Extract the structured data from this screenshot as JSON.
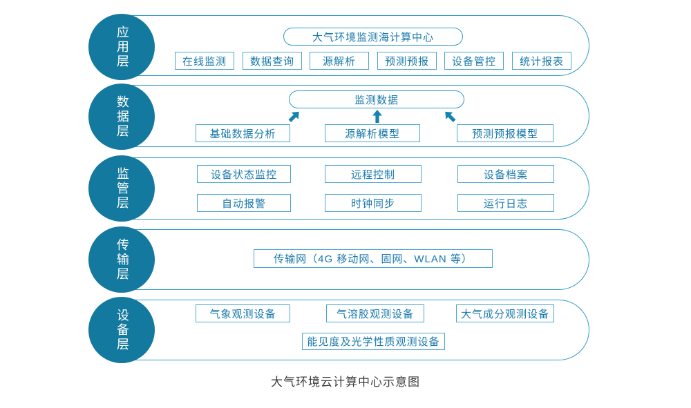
{
  "caption": "大气环境云计算中心示意图",
  "colors": {
    "circle_fill": "#13799F",
    "stadium_outline": "#2E9BC8",
    "box_border": "#4BA5CD",
    "text_blue": "#1879AB",
    "arrow": "#1583B0",
    "caption_text": "#3C3C3C"
  },
  "layers": [
    {
      "circle_label": "应用层",
      "pill": "大气环境监测海计算中心",
      "buttons": [
        "在线监测",
        "数据查询",
        "源解析",
        "预测预报",
        "设备管控",
        "统计报表"
      ]
    },
    {
      "circle_label": "数据层",
      "pill": "监测数据",
      "boxes": [
        "基础数据分析",
        "源解析模型",
        "预测预报模型"
      ],
      "arrows": [
        "up-right",
        "up",
        "up-left"
      ]
    },
    {
      "circle_label": "监管层",
      "row1": [
        "设备状态监控",
        "远程控制",
        "设备档案"
      ],
      "row2": [
        "自动报警",
        "时钟同步",
        "运行日志"
      ]
    },
    {
      "circle_label": "传输层",
      "box": "传输网（4G 移动网、固网、WLAN 等）"
    },
    {
      "circle_label": "设备层",
      "row1": [
        "气象观测设备",
        "气溶胶观测设备",
        "大气成分观测设备"
      ],
      "row2": [
        "能见度及光学性质观测设备"
      ]
    }
  ]
}
